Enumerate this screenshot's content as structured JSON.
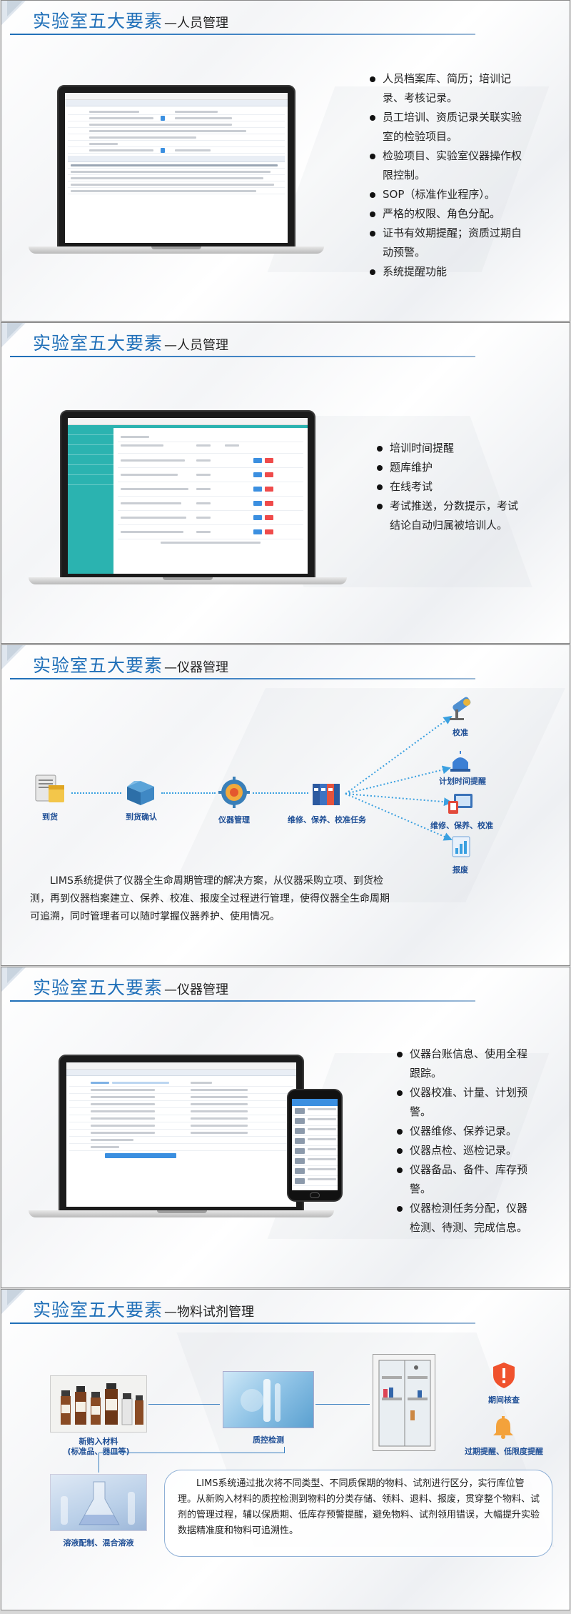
{
  "slides": [
    {
      "title": "实验室五大要素",
      "subtitle": "—人员管理",
      "bullets": [
        "人员档案库、简历；培训记录、考核记录。",
        "员工培训、资质记录关联实验室的检验项目。",
        "检验项目、实验室仪器操作权限控制。",
        "SOP（标准作业程序）。",
        "严格的权限、角色分配。",
        "证书有效期提醒；资质过期自动预警。",
        "系统提醒功能"
      ]
    },
    {
      "title": "实验室五大要素",
      "subtitle": "—人员管理",
      "bullets": [
        "培训时间提醒",
        "题库维护",
        "在线考试",
        "考试推送，分数提示，考试结论自动归属被培训人。"
      ]
    },
    {
      "title": "实验室五大要素",
      "subtitle": "—仪器管理",
      "flow": [
        "到货",
        "到货确认",
        "仪器管理",
        "维修、保养、校准任务"
      ],
      "branches": [
        "校准",
        "计划时间提醒",
        "维修、保养、校准",
        "报废"
      ],
      "paragraph": "LIMS系统提供了仪器全生命周期管理的解决方案，从仪器采购立项、到货检测，再到仪器档案建立、保养、校准、报废全过程进行管理，使得仪器全生命周期可追溯，同时管理者可以随时掌握仪器养护、使用情况。"
    },
    {
      "title": "实验室五大要素",
      "subtitle": "—仪器管理",
      "bullets": [
        "仪器台账信息、使用全程跟踪。",
        "仪器校准、计量、计划预警。",
        "仪器维修、保养记录。",
        "仪器点检、巡检记录。",
        "仪器备品、备件、库存预警。",
        "仪器检测任务分配，仪器检测、待测、完成信息。"
      ]
    },
    {
      "title": "实验室五大要素",
      "subtitle": "—物料试剂管理",
      "flow": [
        "新购入材料\n(标准品、器皿等)",
        "质控检测",
        "溶液配制、混合溶液"
      ],
      "alerts": [
        "期间核查",
        "过期提醒、低限度提醒"
      ],
      "paragraph": "LIMS系统通过批次将不同类型、不同质保期的物料、试剂进行区分，实行库位管理。从新购入材料的质控检测到物料的分类存储、领料、退料、报废，贯穿整个物料、试剂的管理过程，辅以保质期、低库存预警提醒，避免物料、试剂领用错误，大幅提升实验数据精准度和物料可追溯性。"
    }
  ],
  "colors": {
    "title": "#1f6fb8",
    "accent": "#2bb3b0",
    "flow": "#3aa0e0",
    "alert": "#f0522d",
    "bell": "#f3a23b"
  },
  "icons": [
    "cube-box-icon",
    "gear-target-icon",
    "binders-icon",
    "telescope-icon",
    "siren-icon",
    "device-icon",
    "report-icon",
    "shield-alert-icon",
    "bell-icon"
  ]
}
